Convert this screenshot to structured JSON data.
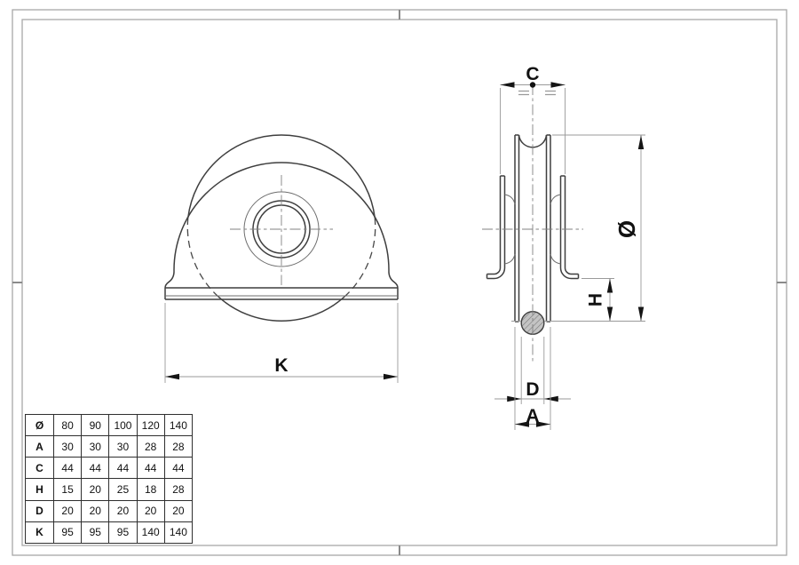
{
  "drawing": {
    "dimension_labels": {
      "K": "K",
      "C": "C",
      "diameter": "Ø",
      "H": "H",
      "D": "D",
      "A": "A"
    },
    "table": {
      "rows": [
        {
          "label": "Ø",
          "values": [
            "80",
            "90",
            "100",
            "120",
            "140"
          ]
        },
        {
          "label": "A",
          "values": [
            "30",
            "30",
            "30",
            "28",
            "28"
          ]
        },
        {
          "label": "C",
          "values": [
            "44",
            "44",
            "44",
            "44",
            "44"
          ]
        },
        {
          "label": "H",
          "values": [
            "15",
            "20",
            "25",
            "18",
            "28"
          ]
        },
        {
          "label": "D",
          "values": [
            "20",
            "20",
            "20",
            "20",
            "20"
          ]
        },
        {
          "label": "K",
          "values": [
            "95",
            "95",
            "95",
            "140",
            "140"
          ]
        }
      ]
    },
    "colors": {
      "object_line": "#3f3f3f",
      "thin_line": "#9a9a9a",
      "hatch_fill": "#c4c4c4",
      "frame_line": "#a8a8a8"
    }
  }
}
